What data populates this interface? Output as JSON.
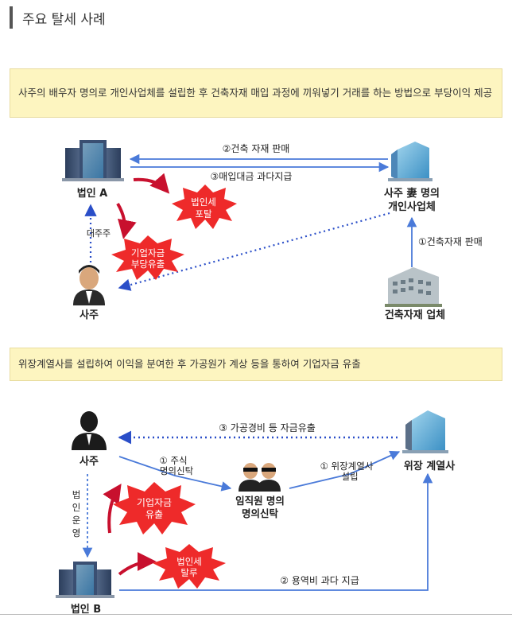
{
  "title": "주요 탈세 사례",
  "case1": {
    "description": "사주의 배우자 명의로 개인사업체를 설립한 후 건축자재 매입 과정에 끼워넣기 거래를 하는 방법으로 부당이익 제공",
    "nodes": {
      "corp_a": "법인 A",
      "spouse_biz_line1": "사주 妻 명의",
      "spouse_biz_line2": "개인사업체",
      "owner": "사주",
      "supplier": "건축자재 업체"
    },
    "arrows": {
      "step2": "②건축 자재  판매",
      "step3": "③매입대금  과다지급",
      "step1": "①건축자재  판매",
      "major_shareholder": "대주주"
    },
    "bursts": {
      "tax_line1": "법인세",
      "tax_line2": "포탈",
      "funds_line1": "기업자금",
      "funds_line2": "부당유출"
    }
  },
  "case2": {
    "description": "위장계열사를 설립하여 이익을 분여한 후 가공원가 계상 등을 통하여 기업자금 유출",
    "nodes": {
      "owner": "사주",
      "affiliate": "위장 계열사",
      "trust_line1": "임직원 명의",
      "trust_line2": "명의신탁",
      "corp_b": "법인 B"
    },
    "arrows": {
      "step3": "③ 가공경비  등  자금유출",
      "step1a_line1": "① 주식",
      "step1a_line2": "명의신탁",
      "step1b_line1": "① 위장계열사",
      "step1b_line2": "설립",
      "step2": "②  용역비  과다  지급",
      "operate_chars": [
        "법",
        "인",
        "운",
        "영"
      ]
    },
    "bursts": {
      "funds_line1": "기업자금",
      "funds_line2": "유출",
      "tax_line1": "법인세",
      "tax_line2": "탈루"
    }
  },
  "colors": {
    "arrow_blue": "#4a7ad9",
    "dotted_blue": "#2a4ec8",
    "burst_red": "#ee2a2a",
    "note_bg": "#fdf5c0"
  }
}
